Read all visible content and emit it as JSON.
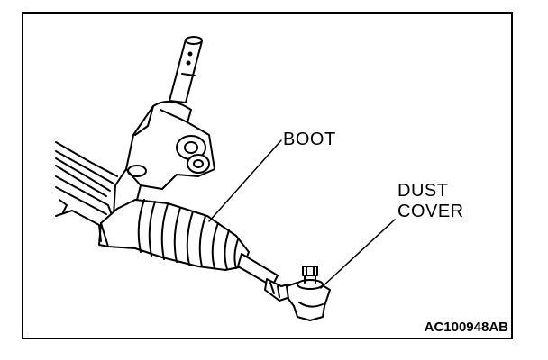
{
  "labels": {
    "boot": "BOOT",
    "dust_cover_line1": "DUST",
    "dust_cover_line2": "COVER"
  },
  "figure_code": "AC100948AB",
  "colors": {
    "ink": "#000000",
    "paper": "#ffffff"
  }
}
